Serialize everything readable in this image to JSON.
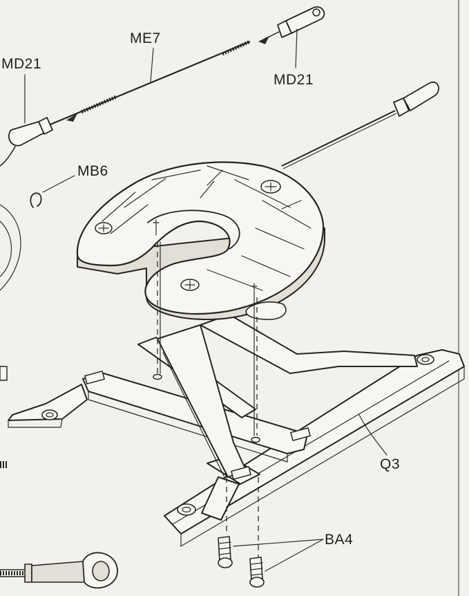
{
  "labels": {
    "rod": "ME7",
    "rod_end_left": "MD21",
    "rod_end_right": "MD21",
    "clip": "MB6",
    "frame": "Q3",
    "screws": "BA4"
  }
}
